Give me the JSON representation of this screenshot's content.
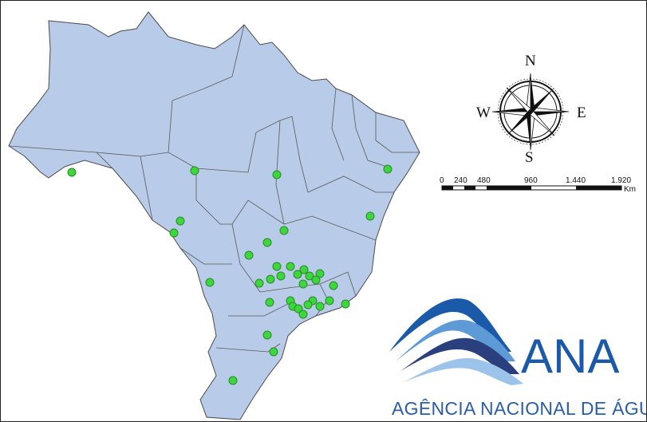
{
  "compass": {
    "north": "N",
    "south": "S",
    "east": "E",
    "west": "W"
  },
  "scale_bar": {
    "ticks": [
      "0",
      "240",
      "480",
      "960",
      "1.440",
      "1.920"
    ],
    "unit": "Km"
  },
  "logo": {
    "acronym": "ANA",
    "agency_name": "AGÊNCIA NACIONAL DE ÁGUAS"
  },
  "colors": {
    "land": "#b8cbe8",
    "border": "#5a5a5a",
    "marker": "#3dd63d",
    "marker_outline": "#2a8a2a",
    "logo_text": "#2b5ea3"
  }
}
